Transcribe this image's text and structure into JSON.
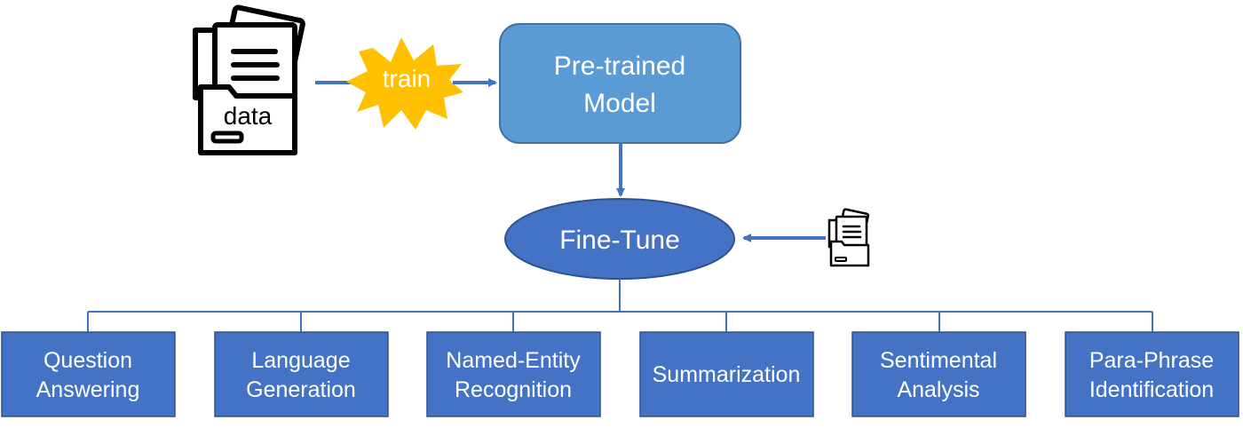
{
  "source_icon": {
    "label": "data",
    "icon": "folder-with-documents-icon"
  },
  "train_burst": {
    "label": "train",
    "color": "#FFC000"
  },
  "pretrained_model": {
    "line1": "Pre-trained",
    "line2": "Model",
    "fill": "#5B9BD5"
  },
  "fine_tune": {
    "label": "Fine-Tune",
    "fill": "#4472C4"
  },
  "small_data_icon": {
    "icon": "folder-with-documents-icon"
  },
  "tasks": [
    {
      "line1": "Question",
      "line2": "Answering"
    },
    {
      "line1": "Language",
      "line2": "Generation"
    },
    {
      "line1": "Named-Entity",
      "line2": "Recognition"
    },
    {
      "line1": "Summarization",
      "line2": ""
    },
    {
      "line1": "Sentimental",
      "line2": "Analysis"
    },
    {
      "line1": "Para-Phrase",
      "line2": "Identification"
    }
  ],
  "colors": {
    "arrow": "#4472C4",
    "task_fill": "#4472C4",
    "text_light": "#FFFFFF"
  }
}
